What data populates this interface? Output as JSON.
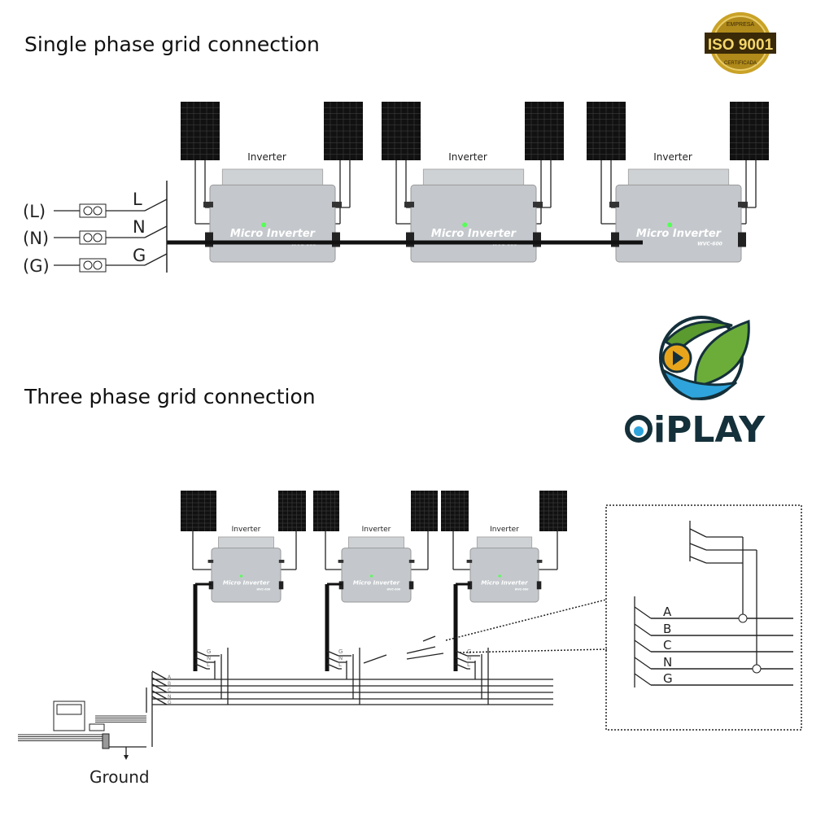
{
  "single_phase": {
    "title": "Single phase grid connection",
    "terminals": [
      "(L)",
      "(N)",
      "(G)"
    ],
    "conductors": [
      "L",
      "N",
      "G"
    ],
    "inverter_label": "Inverter",
    "inverter_brand": "Micro Inverter",
    "inverter_model": "WVC-600"
  },
  "three_phase": {
    "title": "Three phase grid connection",
    "inverter_label": "Inverter",
    "inverter_brand": "Micro Inverter",
    "inverter_model": "WVC-600",
    "drop_labels": [
      "G",
      "N",
      "L"
    ],
    "bus_labels": [
      "A",
      "B",
      "C",
      "N",
      "G"
    ],
    "detail_labels": [
      "A",
      "B",
      "C",
      "N",
      "G"
    ],
    "ground_label": "Ground"
  },
  "badges": {
    "iso": {
      "top": "EMPRESA",
      "main": "ISO 9001",
      "bottom": "CERTIFICADA",
      "color": "#c9a227"
    },
    "logo": {
      "text": "OiPLAY",
      "dark": "#14303a",
      "blue": "#2fa4dc",
      "green": "#5a9a2e",
      "gold": "#e8a51c"
    }
  }
}
